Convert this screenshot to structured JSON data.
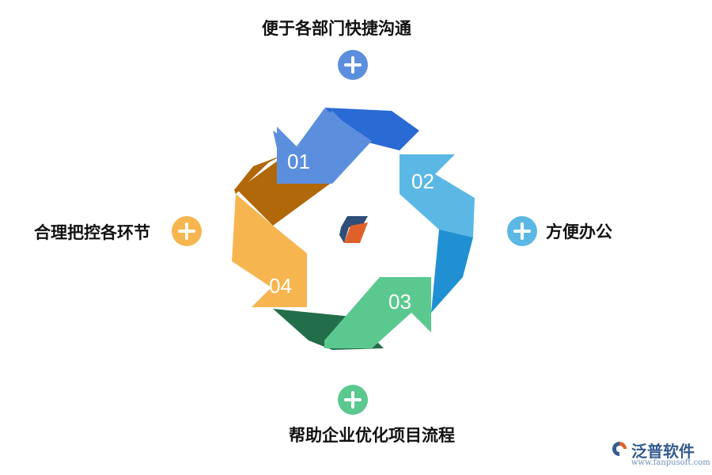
{
  "steps": [
    {
      "number": "01",
      "text": "便于各部门快捷沟通",
      "color": "#5b8fde"
    },
    {
      "number": "02",
      "text": "方便办公",
      "color": "#5bb8e4"
    },
    {
      "number": "03",
      "text": "帮助企业优化项目流程",
      "color": "#5bc98f"
    },
    {
      "number": "04",
      "text": "合理把控各环节",
      "color": "#f7b550"
    }
  ],
  "watermark": {
    "name": "泛普软件",
    "url": "www.fanpusoft.com"
  }
}
